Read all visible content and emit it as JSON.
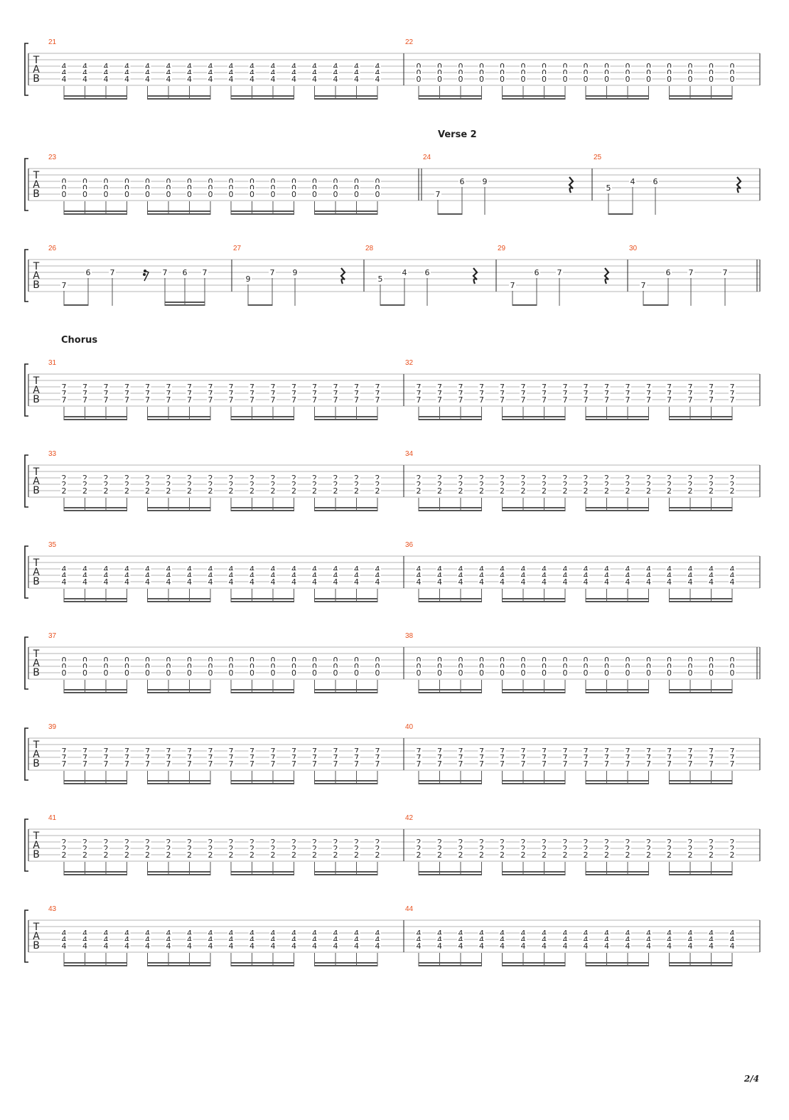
{
  "page": {
    "number_label": "2/4"
  },
  "tab_letters": [
    "T",
    "A",
    "B"
  ],
  "systems": [
    {
      "measures": [
        {
          "number": "21",
          "kind": "chord16",
          "frets": [
            "4",
            "4",
            "4"
          ]
        },
        {
          "number": "22",
          "kind": "chord16",
          "frets": [
            "0",
            "0",
            "0"
          ]
        }
      ]
    },
    {
      "section": "Verse 2",
      "measures": [
        {
          "number": "23",
          "kind": "chord16",
          "frets": [
            "0",
            "0",
            "0"
          ],
          "end_bar": "double"
        },
        {
          "number": "24",
          "kind": "riff",
          "notes": [
            [
              "7",
              "B"
            ],
            [
              "6",
              "G"
            ],
            [
              "9",
              "G"
            ]
          ],
          "rest": true
        },
        {
          "number": "25",
          "kind": "riff",
          "notes": [
            [
              "5",
              "A"
            ],
            [
              "4",
              "G"
            ],
            [
              "6",
              "G"
            ]
          ],
          "rest": true
        }
      ]
    },
    {
      "measures": [
        {
          "number": "26",
          "kind": "riff26",
          "notes": [
            [
              "7",
              "B"
            ],
            [
              "6",
              "G"
            ],
            [
              "7",
              "G"
            ],
            [
              "7",
              "G"
            ],
            [
              "6",
              "G"
            ],
            [
              "7",
              "G"
            ]
          ]
        },
        {
          "number": "27",
          "kind": "riff",
          "notes": [
            [
              "9",
              "A"
            ],
            [
              "7",
              "G"
            ],
            [
              "9",
              "G"
            ]
          ],
          "rest": true
        },
        {
          "number": "28",
          "kind": "riff",
          "notes": [
            [
              "5",
              "A"
            ],
            [
              "4",
              "G"
            ],
            [
              "6",
              "G"
            ]
          ],
          "rest": true
        },
        {
          "number": "29",
          "kind": "riff",
          "notes": [
            [
              "7",
              "B"
            ],
            [
              "6",
              "G"
            ],
            [
              "7",
              "G"
            ]
          ],
          "rest": true
        },
        {
          "number": "30",
          "kind": "riff30",
          "notes": [
            [
              "7",
              "B"
            ],
            [
              "6",
              "G"
            ],
            [
              "7",
              "G"
            ],
            [
              "7",
              "G"
            ]
          ],
          "end_bar": "double"
        }
      ]
    },
    {
      "section": "Chorus",
      "measures": [
        {
          "number": "31",
          "kind": "chord16",
          "frets": [
            "7",
            "7",
            "7"
          ]
        },
        {
          "number": "32",
          "kind": "chord16",
          "frets": [
            "7",
            "7",
            "7"
          ]
        }
      ]
    },
    {
      "measures": [
        {
          "number": "33",
          "kind": "chord16",
          "frets": [
            "2",
            "2",
            "2"
          ]
        },
        {
          "number": "34",
          "kind": "chord16",
          "frets": [
            "2",
            "2",
            "2"
          ]
        }
      ]
    },
    {
      "measures": [
        {
          "number": "35",
          "kind": "chord16",
          "frets": [
            "4",
            "4",
            "4"
          ]
        },
        {
          "number": "36",
          "kind": "chord16",
          "frets": [
            "4",
            "4",
            "4"
          ]
        }
      ]
    },
    {
      "measures": [
        {
          "number": "37",
          "kind": "chord16",
          "frets": [
            "0",
            "0",
            "0"
          ]
        },
        {
          "number": "38",
          "kind": "chord16",
          "frets": [
            "0",
            "0",
            "0"
          ],
          "end_bar": "double"
        }
      ]
    },
    {
      "measures": [
        {
          "number": "39",
          "kind": "chord16",
          "frets": [
            "7",
            "7",
            "7"
          ]
        },
        {
          "number": "40",
          "kind": "chord16",
          "frets": [
            "7",
            "7",
            "7"
          ]
        }
      ]
    },
    {
      "measures": [
        {
          "number": "41",
          "kind": "chord16",
          "frets": [
            "2",
            "2",
            "2"
          ]
        },
        {
          "number": "42",
          "kind": "chord16",
          "frets": [
            "2",
            "2",
            "2"
          ]
        }
      ]
    },
    {
      "measures": [
        {
          "number": "43",
          "kind": "chord16",
          "frets": [
            "4",
            "4",
            "4"
          ]
        },
        {
          "number": "44",
          "kind": "chord16",
          "frets": [
            "4",
            "4",
            "4"
          ]
        }
      ]
    }
  ],
  "colors": {
    "measure_number": "#e8501e",
    "staff_line": "#b4b4b4",
    "ink": "#222222",
    "beam": "#555555"
  }
}
